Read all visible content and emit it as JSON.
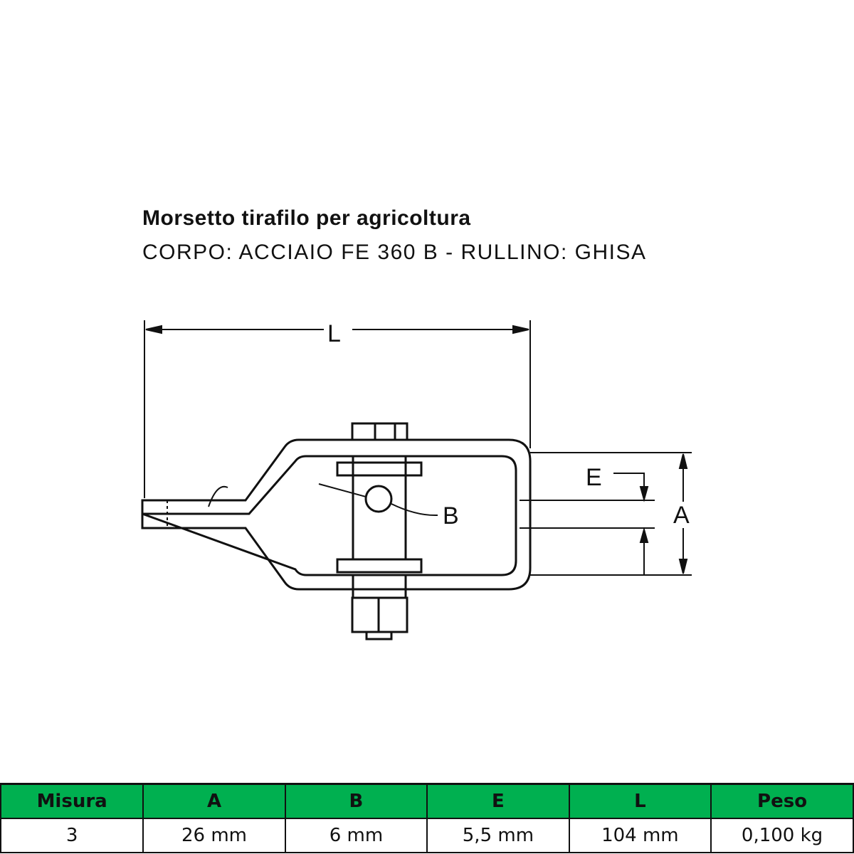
{
  "title": "Morsetto tirafilo per agricoltura",
  "subtitle": "CORPO: ACCIAIO FE 360 B - RULLINO: GHISA",
  "diagram": {
    "labels": {
      "L": "L",
      "A": "A",
      "B": "B",
      "E": "E"
    }
  },
  "table": {
    "headers": [
      "Misura",
      "A",
      "B",
      "E",
      "L",
      "Peso"
    ],
    "rows": [
      [
        "3",
        "26 mm",
        "6 mm",
        "5,5 mm",
        "104 mm",
        "0,100 kg"
      ]
    ]
  },
  "colors": {
    "header_bg": "#00b050"
  }
}
